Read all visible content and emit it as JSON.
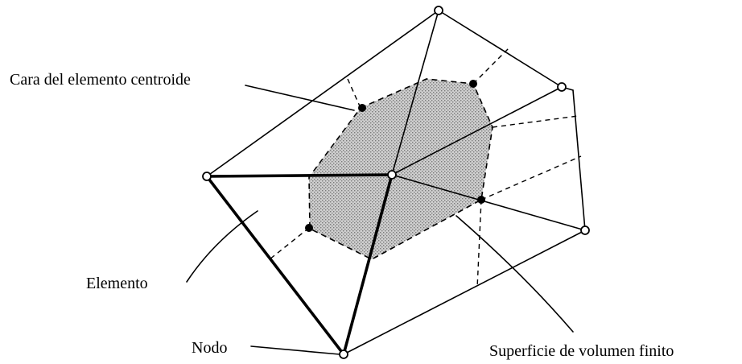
{
  "labels": {
    "cara": "Cara del elemento centroide",
    "elemento": "Elemento",
    "nodo": "Nodo",
    "superficie": "Superficie de volumen finito"
  },
  "colors": {
    "ink": "#000000",
    "background": "#ffffff",
    "shaded_surface": "#b8b8b8"
  }
}
